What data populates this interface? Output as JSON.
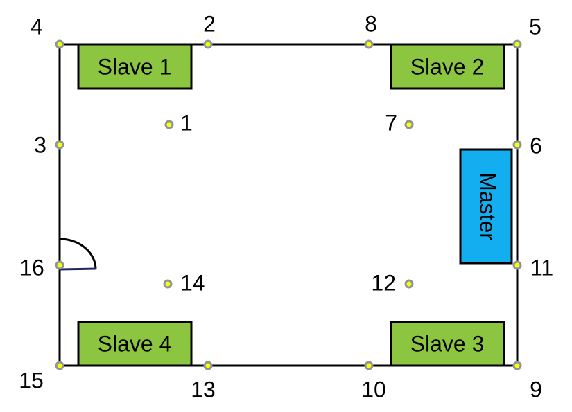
{
  "colors": {
    "wall": "#000000",
    "slave_fill": "#8CC640",
    "master_fill": "#12AEEF",
    "point_fill": "#FFFF00",
    "point_stroke": "#8A969C",
    "door_line": "#1F2A5C"
  },
  "boxes": {
    "slave1": "Slave 1",
    "slave2": "Slave 2",
    "slave3": "Slave 3",
    "slave4": "Slave 4",
    "master": "Master"
  },
  "points": {
    "p1": "1",
    "p2": "2",
    "p3": "3",
    "p4": "4",
    "p5": "5",
    "p6": "6",
    "p7": "7",
    "p8": "8",
    "p9": "9",
    "p10": "10",
    "p11": "11",
    "p12": "12",
    "p13": "13",
    "p14": "14",
    "p15": "15",
    "p16": "16"
  }
}
